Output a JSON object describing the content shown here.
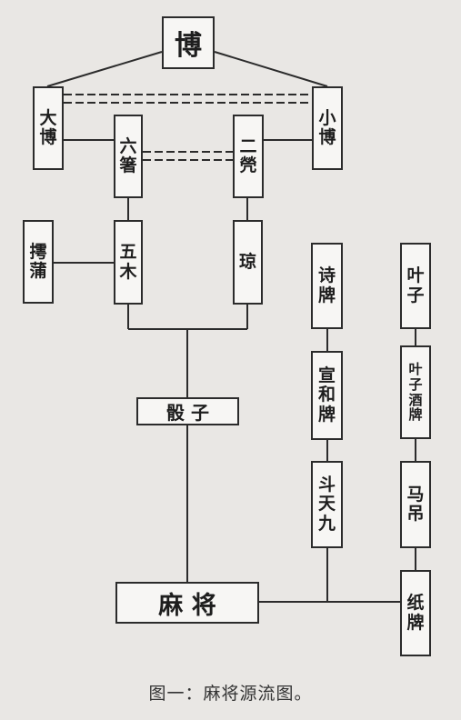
{
  "nodes": {
    "bo": "博",
    "da_bo": "大博",
    "xiao_bo": "小博",
    "liu_zhu": "六箸",
    "er_qiong": "二焭",
    "chu_pu": "摴蒲",
    "wu_mu": "五木",
    "qiong": "琼",
    "shai_zi": "骰 子",
    "ma_jiang": "麻 将",
    "shi_pai": "诗牌",
    "xuan_he_pai": "宣和牌",
    "dou_tian_jiu": "斗天九",
    "ye_zi": "叶子",
    "ye_zi_jiu_pai": "叶子酒牌",
    "ma_diao": "马吊",
    "zhi_pai": "纸牌"
  },
  "caption": "图一：麻将源流图。",
  "colors": {
    "background": "#e9e7e4",
    "box": "#f7f6f4",
    "line": "#2b2b2b"
  }
}
